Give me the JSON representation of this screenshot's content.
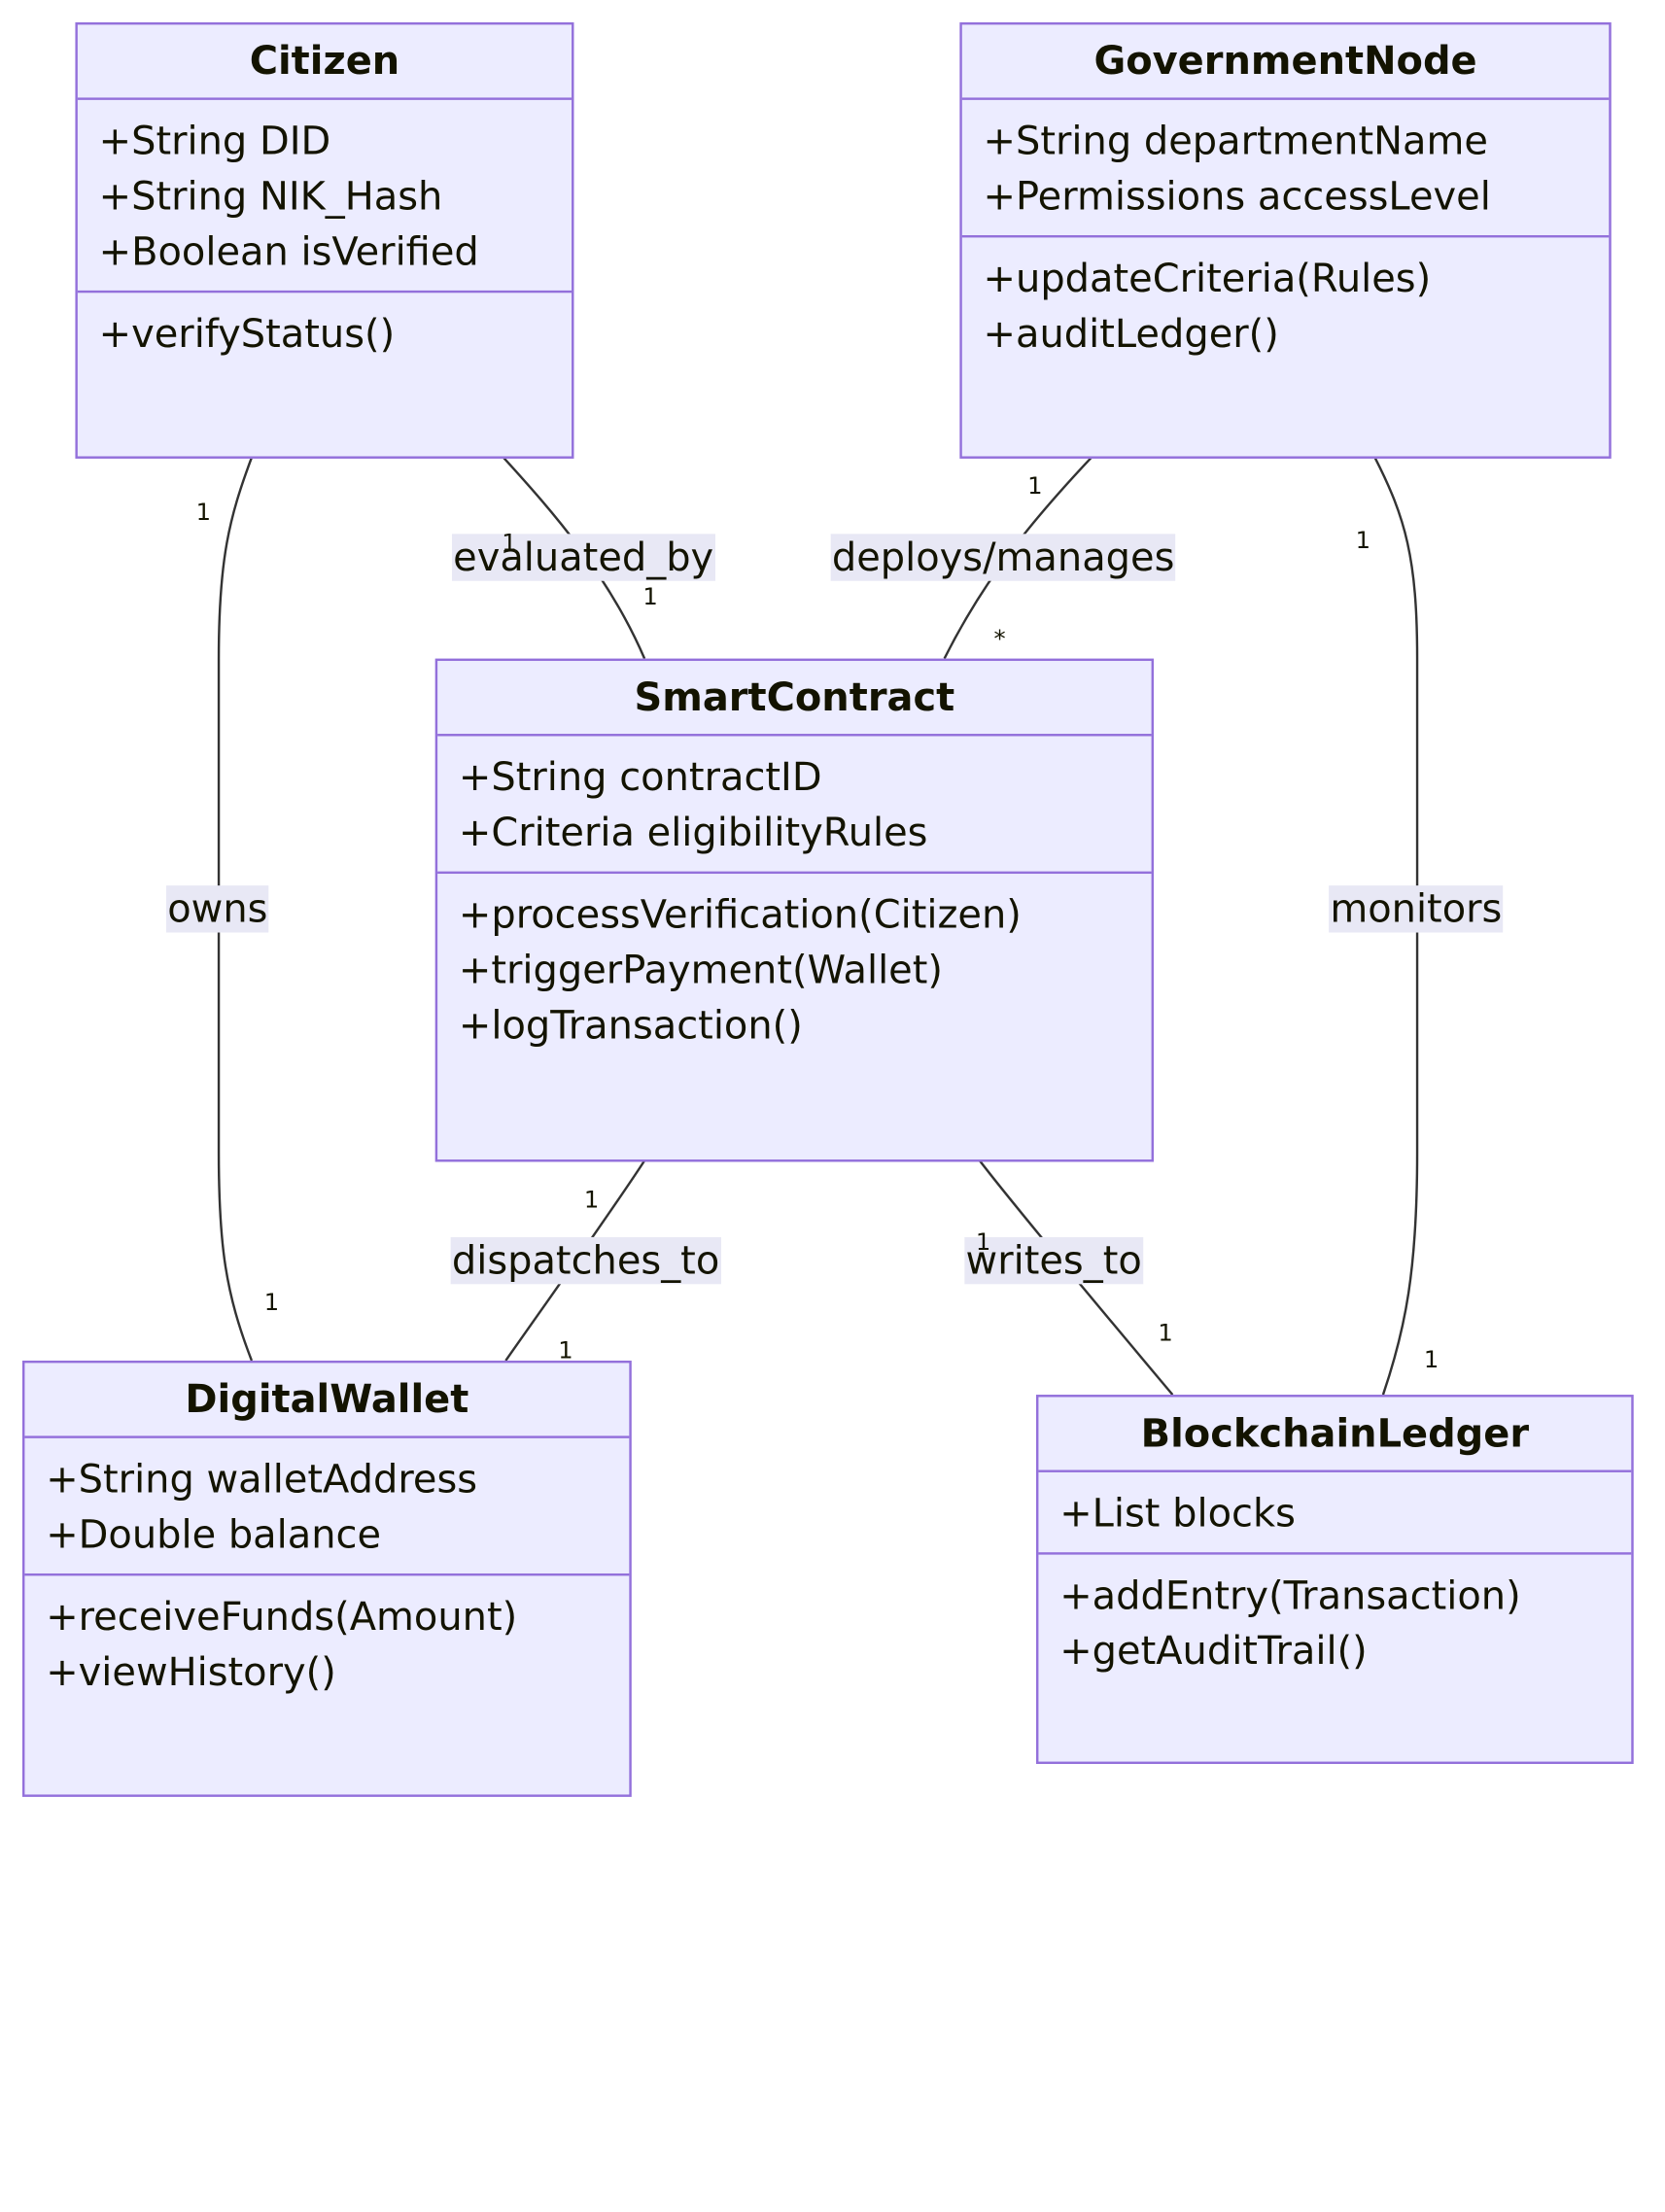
{
  "classes": {
    "citizen": {
      "name": "Citizen",
      "attributes": [
        "+String DID",
        "+String NIK_Hash",
        "+Boolean isVerified"
      ],
      "methods": [
        "+verifyStatus()"
      ]
    },
    "government_node": {
      "name": "GovernmentNode",
      "attributes": [
        "+String departmentName",
        "+Permissions accessLevel"
      ],
      "methods": [
        "+updateCriteria(Rules)",
        "+auditLedger()"
      ]
    },
    "smart_contract": {
      "name": "SmartContract",
      "attributes": [
        "+String contractID",
        "+Criteria eligibilityRules"
      ],
      "methods": [
        "+processVerification(Citizen)",
        "+triggerPayment(Wallet)",
        "+logTransaction()"
      ]
    },
    "digital_wallet": {
      "name": "DigitalWallet",
      "attributes": [
        "+String walletAddress",
        "+Double balance"
      ],
      "methods": [
        "+receiveFunds(Amount)",
        "+viewHistory()"
      ]
    },
    "blockchain_ledger": {
      "name": "BlockchainLedger",
      "attributes": [
        "+List blocks"
      ],
      "methods": [
        "+addEntry(Transaction)",
        "+getAuditTrail()"
      ]
    }
  },
  "relations": {
    "owns": {
      "label": "owns",
      "from": "Citizen",
      "to": "DigitalWallet",
      "from_mult": "1",
      "to_mult": "1"
    },
    "evaluated_by": {
      "label": "evaluated_by",
      "from": "Citizen",
      "to": "SmartContract",
      "from_mult": "1",
      "to_mult": "1"
    },
    "deploys": {
      "label": "deploys/manages",
      "from": "GovernmentNode",
      "to": "SmartContract",
      "from_mult": "1",
      "to_mult": "*"
    },
    "monitors": {
      "label": "monitors",
      "from": "GovernmentNode",
      "to": "BlockchainLedger",
      "from_mult": "1",
      "to_mult": "1"
    },
    "dispatches": {
      "label": "dispatches_to",
      "from": "SmartContract",
      "to": "DigitalWallet",
      "from_mult": "1",
      "to_mult": "1"
    },
    "writes": {
      "label": "writes_to",
      "from": "SmartContract",
      "to": "BlockchainLedger",
      "from_mult": "1",
      "to_mult": "1"
    }
  },
  "colors": {
    "node_fill": "#ECECFF",
    "node_border": "#9370DB",
    "edge_stroke": "#333333",
    "label_background": "#E8E8F5",
    "text": "#131300"
  }
}
